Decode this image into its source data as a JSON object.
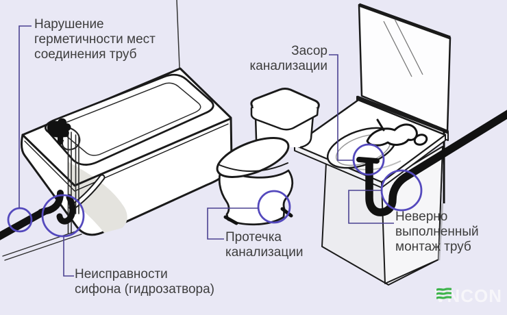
{
  "scene": {
    "background": "#e9e8f5",
    "description": "Isometric line drawing of a bathroom: bathtub, toilet, vanity with sink and mirror, black sewer pipes; five purple circles mark typical plumbing problems"
  },
  "palette": {
    "outline": "#1a1a1a",
    "circle": "#5449bd",
    "connector": "#4a4191",
    "text": "#3d3d3d",
    "cutaway_gray": "#e4e3de",
    "cabinet_gray": "#ececf0",
    "logo_green": "#3eb44c",
    "logo_text": "#f7f6fa"
  },
  "labels": {
    "joint_leak": {
      "line1": "Нарушение",
      "line2": "герметичности мест",
      "line3": "соединения труб"
    },
    "drain_clog": {
      "line1": "Засор",
      "line2": "канализации"
    },
    "sewer_leak": {
      "line1": "Протечка",
      "line2": "канализации"
    },
    "siphon_fault": {
      "line1": "Неисправности",
      "line2": "сифона (гидрозатвора)"
    },
    "wrong_install": {
      "line1": "Неверно",
      "line2": "выполненный",
      "line3": "монтаж труб"
    }
  },
  "watermark": {
    "brand": "VENCON",
    "prefix": "V",
    "suffix": "NCON"
  }
}
